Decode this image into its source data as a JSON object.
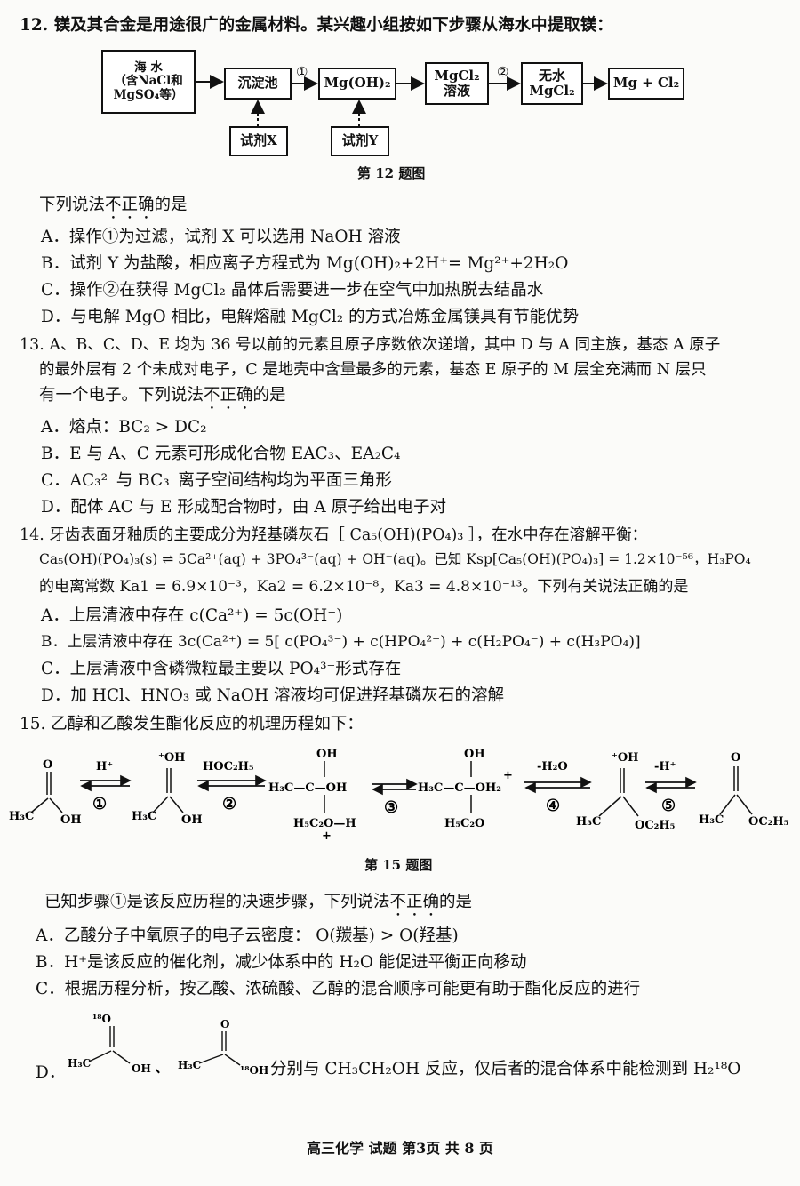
{
  "q12": {
    "stem": "12. 镁及其合金是用途很广的金属材料。某兴趣小组按如下步骤从海水中提取镁：",
    "flow": {
      "seawater_line1": "海 水",
      "seawater_line2": "（含NaCl和",
      "seawater_line3": "MgSO₄等）",
      "tank": "沉淀池",
      "step1": "①",
      "mgoh2": "Mg(OH)₂",
      "mgcl2_sol_line1": "MgCl₂",
      "mgcl2_sol_line2": "溶液",
      "step2": "②",
      "anhydrous_line1": "无水",
      "anhydrous_line2": "MgCl₂",
      "product": "Mg + Cl₂",
      "reagent_x": "试剂X",
      "reagent_y": "试剂Y"
    },
    "caption": "第 12 题图",
    "prompt_pre": "下列说法",
    "prompt_emph": "不正确",
    "prompt_post": "的是",
    "options": {
      "A": "A．操作①为过滤，试剂 X 可以选用 NaOH 溶液",
      "B": "B．试剂 Y 为盐酸，相应离子方程式为 Mg(OH)₂+2H⁺= Mg²⁺+2H₂O",
      "C": "C．操作②在获得 MgCl₂ 晶体后需要进一步在空气中加热脱去结晶水",
      "D": "D．与电解 MgO 相比，电解熔融 MgCl₂ 的方式冶炼金属镁具有节能优势"
    }
  },
  "q13": {
    "stem_line1": "13. A、B、C、D、E 均为 36 号以前的元素且原子序数依次递增，其中 D 与 A 同主族，基态 A 原子",
    "stem_line2": "的最外层有 2 个未成对电子，C 是地壳中含量最多的元素，基态 E 原子的 M 层全充满而 N 层只",
    "stem_line3_pre": "有一个电子。下列说法",
    "stem_line3_emph": "不正确",
    "stem_line3_post": "的是",
    "options": {
      "A": "A．熔点：BC₂ > DC₂",
      "B": "B．E 与 A、C 元素可形成化合物 EAC₃、EA₂C₄",
      "C": "C．AC₃²⁻与 BC₃⁻离子空间结构均为平面三角形",
      "D": "D．配体 AC 与 E 形成配合物时，由 A 原子给出电子对"
    }
  },
  "q14": {
    "stem_line1": "14. 牙齿表面牙釉质的主要成分为羟基磷灰石［ Ca₅(OH)(PO₄)₃ ］，在水中存在溶解平衡：",
    "stem_line2": "Ca₅(OH)(PO₄)₃(s) ⇌ 5Ca²⁺(aq) + 3PO₄³⁻(aq) + OH⁻(aq)。已知 Ksp[Ca₅(OH)(PO₄)₃] = 1.2×10⁻⁵⁶，H₃PO₄",
    "stem_line3": "的电离常数 Ka1 = 6.9×10⁻³，Ka2 = 6.2×10⁻⁸，Ka3 = 4.8×10⁻¹³。下列有关说法正确的是",
    "options": {
      "A": "A．上层清液中存在 c(Ca²⁺) = 5c(OH⁻)",
      "B": "B．上层清液中存在 3c(Ca²⁺) = 5[ c(PO₄³⁻) + c(HPO₄²⁻) + c(H₂PO₄⁻) + c(H₃PO₄)]",
      "C": "C．上层清液中含磷微粒最主要以 PO₄³⁻形式存在",
      "D": "D．加 HCl、HNO₃ 或 NaOH 溶液均可促进羟基磷灰石的溶解"
    }
  },
  "q15": {
    "stem": "15. 乙醇和乙酸发生酯化反应的机理历程如下：",
    "mechanism": {
      "h_plus": "H⁺",
      "s1": "①",
      "hoc2h5": "HOC₂H₅",
      "s2": "②",
      "s3": "③",
      "minus_h2o": "-H₂O",
      "s4": "④",
      "minus_h_plus": "-H⁺",
      "s5": "⑤",
      "O": "O",
      "OH": "OH",
      "OH_plus": "⁺OH",
      "H3C": "H₃C",
      "H3C_C": "H₃C—C—OH",
      "C2H5O_H": "H₅C₂O—H",
      "H3C_C_OH2": "H₃C—C—OH₂",
      "plus": "+",
      "C2H5O": "H₅C₂O",
      "OC2H5": "OC₂H₅"
    },
    "caption": "第 15 题图",
    "prompt_pre": "已知步骤①是该反应历程的决速步骤，下列说法",
    "prompt_emph": "不正确",
    "prompt_post": "的是",
    "options": {
      "A": "A．乙酸分子中氧原子的电子云密度： O(羰基) > O(羟基)",
      "B": "B．H⁺是该反应的催化剂，减少体系中的 H₂O 能促进平衡正向移动",
      "C": "C．根据历程分析，按乙酸、浓硫酸、乙醇的混合顺序可能更有助于酯化反应的进行",
      "D_label": "D．",
      "D_sep": "、",
      "D_text": "分别与 CH₃CH₂OH 反应，仅后者的混合体系中能检测到 H₂¹⁸O",
      "D_o18": "¹⁸O",
      "D_18oh": "¹⁸OH"
    }
  },
  "footer": "高三化学 试题 第3页 共 8 页"
}
